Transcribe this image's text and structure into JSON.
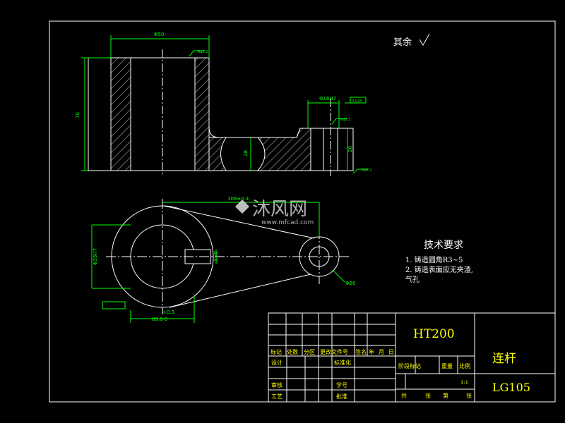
{
  "drawing": {
    "surface_note": "其余",
    "dimensions": {
      "top_width": "Φ50",
      "left_height": "70",
      "counterbore": "Φ16H7",
      "arm_height": "28",
      "boss_height": "20",
      "center_distance": "108±0.4",
      "big_bore": "Φ35H7",
      "slot": "1×0",
      "big_outer": "89.6 0",
      "big_tol": "+0.3",
      "small_outer": "Φ26"
    },
    "roughness_labels": [
      "Ra3.2",
      "Ra3.2",
      "Ra3.2",
      "0.02",
      "A"
    ],
    "watermark": {
      "brand": "沐风网",
      "url": "www.mfcad.com"
    },
    "tech_req": {
      "title": "技术要求",
      "line1": "1. 铸造圆角R3~5",
      "line2": "2. 铸造表面应无夹渣,",
      "line3": "气孔"
    }
  },
  "title_block": {
    "material": "HT200",
    "part_name": "连杆",
    "drawing_no": "LG105",
    "scale": "1:1",
    "rev_headers": [
      "标记",
      "处数",
      "分区",
      "更改文件号",
      "签名",
      "年",
      "月",
      "日"
    ],
    "rows_left": [
      "设计",
      "审核",
      "工艺"
    ],
    "rows_mid": [
      "标准化",
      "",
      "学号",
      "批准"
    ],
    "stage_headers": [
      "阶段标记",
      "重量",
      "比例"
    ],
    "sheet_labels": [
      "共",
      "张",
      "第",
      "张"
    ]
  },
  "colors": {
    "background": "#000000",
    "outline": "#ffffff",
    "dimension": "#00ff00",
    "hatch": "#ffffff",
    "title_text": "#ffff00"
  }
}
